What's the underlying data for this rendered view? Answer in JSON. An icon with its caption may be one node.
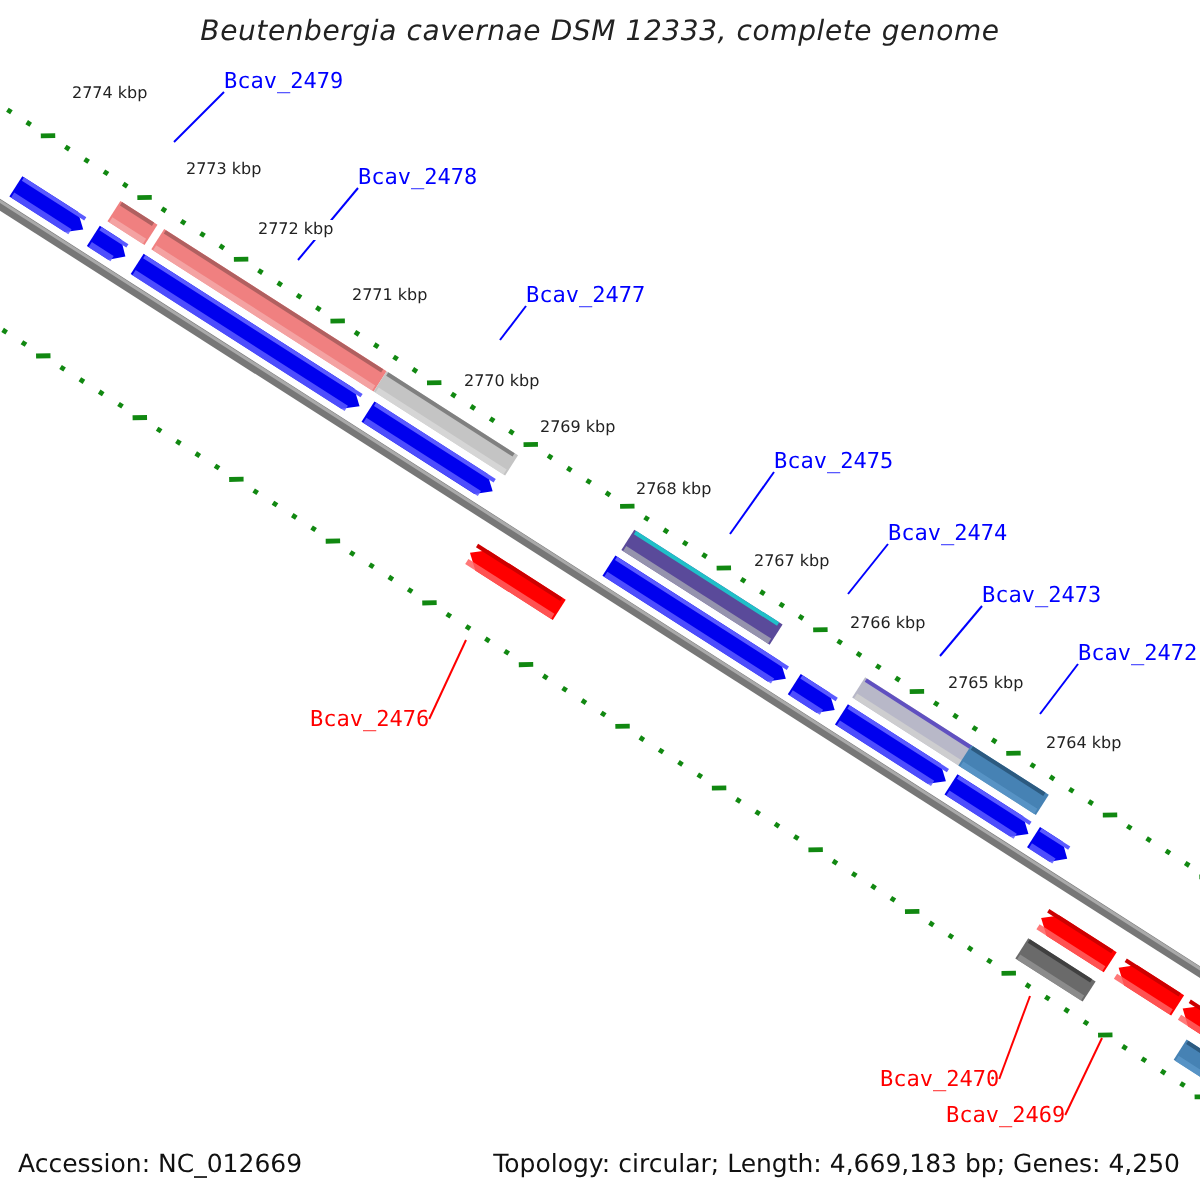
{
  "diagram": {
    "title": "Beutenbergia cavernae DSM 12333, complete genome",
    "nodes": [
      {
        "text": [
          "Bcav_2479"
        ]
      },
      {
        "text": [
          "Bcav_2478"
        ]
      },
      {
        "text": [
          "Bcav_2477"
        ]
      },
      {
        "text": [
          "Bcav_2475"
        ]
      },
      {
        "text": [
          "Bcav_2474"
        ]
      },
      {
        "text": [
          "Bcav_2473"
        ]
      },
      {
        "text": [
          "Bcav_2472"
        ]
      },
      {
        "text": [
          "Bcav_2476"
        ]
      },
      {
        "text": [
          "Bcav_2470"
        ]
      },
      {
        "text": [
          "Bcav_2469"
        ]
      }
    ],
    "edges": [
      {
        "from": 0,
        "to": null,
        "arrow": "none"
      },
      {
        "from": 1,
        "to": null,
        "arrow": "none"
      },
      {
        "from": 2,
        "to": null,
        "arrow": "none"
      },
      {
        "from": 3,
        "to": null,
        "arrow": "none"
      },
      {
        "from": 4,
        "to": null,
        "arrow": "none"
      },
      {
        "from": 5,
        "to": null,
        "arrow": "none"
      },
      {
        "from": 6,
        "to": null,
        "arrow": "none"
      },
      {
        "from": 7,
        "to": null,
        "arrow": "none",
        "color": "#ff0000"
      },
      {
        "from": 8,
        "to": null,
        "arrow": "none",
        "color": "#ff0000"
      },
      {
        "from": 9,
        "to": null,
        "arrow": "none",
        "color": "#ff0000"
      }
    ],
    "labels": [
      "2774 kbp",
      "2773 kbp",
      "2772 kbp",
      "2771 kbp",
      "2770 kbp",
      "2769 kbp",
      "2768 kbp",
      "2767 kbp",
      "2766 kbp",
      "2765 kbp",
      "2764 kbp",
      "Accession: NC_012669",
      "Topology: circular; Length: 4,669,183 bp; Genes: 4,250"
    ]
  }
}
